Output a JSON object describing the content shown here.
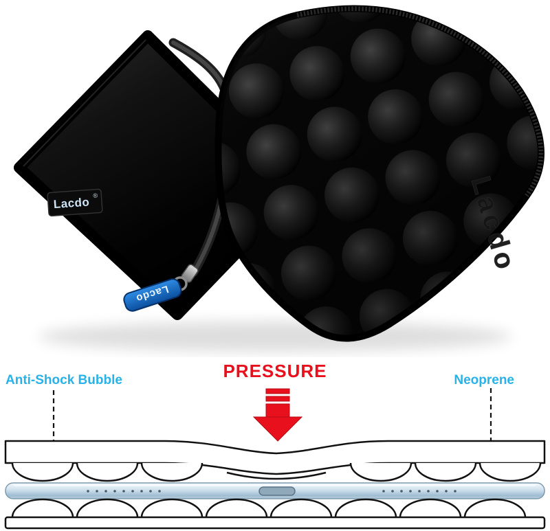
{
  "photo": {
    "brand_label": "Lacdo",
    "brand_reg": "®",
    "zipper_tag": "Lacdo",
    "embossed_logo": "Lacdo"
  },
  "diagram": {
    "pressure_label": "PRESSURE",
    "anti_shock_label": "Anti-Shock Bubble",
    "neoprene_label": "Neoprene",
    "colors": {
      "label_cyan": "#29b2e8",
      "pressure_red": "#e8101c",
      "outline_black": "#111111",
      "tag_blue": "#1a6fc4"
    }
  }
}
